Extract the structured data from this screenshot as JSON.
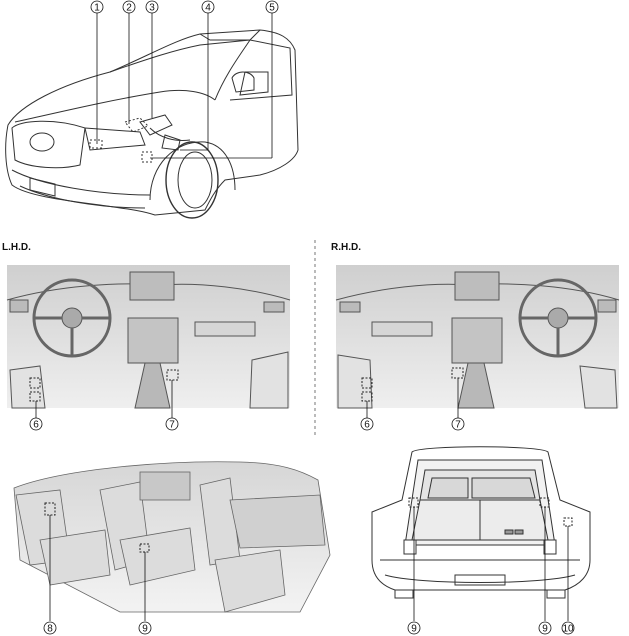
{
  "labels": {
    "lhd": "L.H.D.",
    "rhd": "R.H.D."
  },
  "callouts": [
    "1",
    "2",
    "3",
    "4",
    "5",
    "6",
    "7",
    "6",
    "7",
    "8",
    "9",
    "9",
    "9",
    "10"
  ]
}
